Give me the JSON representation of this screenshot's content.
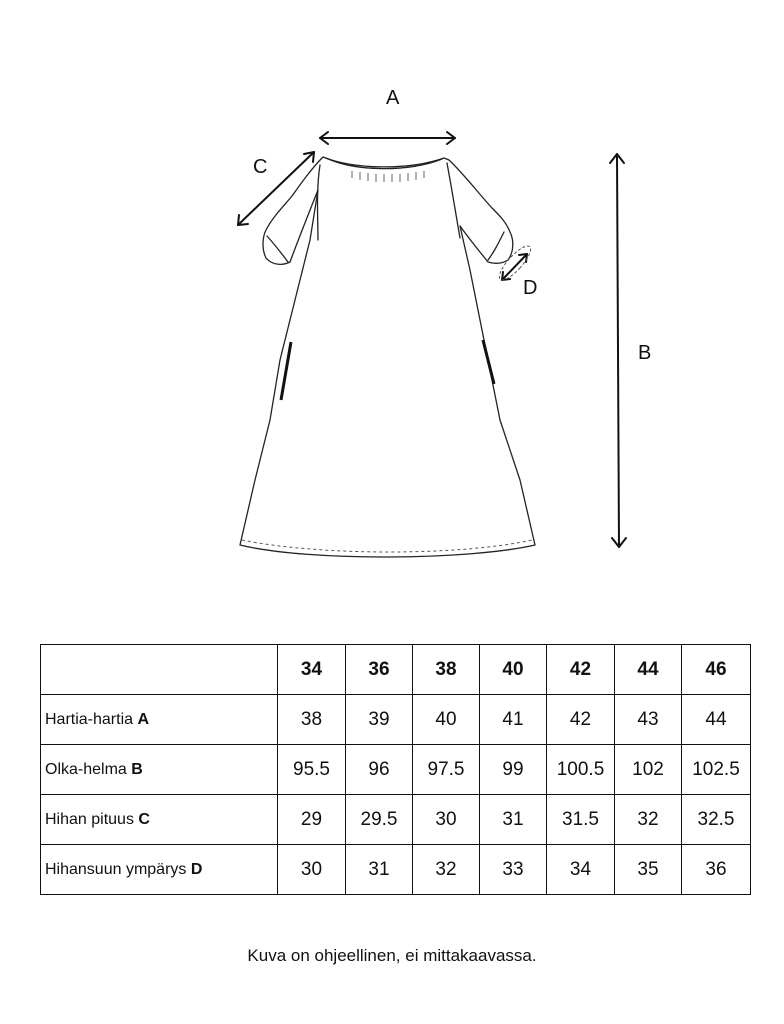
{
  "diagram": {
    "labels": {
      "a": "A",
      "b": "B",
      "c": "C",
      "d": "D"
    }
  },
  "table": {
    "corner": "",
    "sizes": [
      "34",
      "36",
      "38",
      "40",
      "42",
      "44",
      "46"
    ],
    "rows": [
      {
        "label": "Hartia-hartia",
        "letter": "A",
        "values": [
          "38",
          "39",
          "40",
          "41",
          "42",
          "43",
          "44"
        ]
      },
      {
        "label": "Olka-helma",
        "letter": "B",
        "values": [
          "95.5",
          "96",
          "97.5",
          "99",
          "100.5",
          "102",
          "102.5"
        ]
      },
      {
        "label": "Hihan pituus",
        "letter": "C",
        "values": [
          "29",
          "29.5",
          "30",
          "31",
          "31.5",
          "32",
          "32.5"
        ]
      },
      {
        "label": "Hihansuun ympärys",
        "letter": "D",
        "values": [
          "30",
          "31",
          "32",
          "33",
          "34",
          "35",
          "36"
        ]
      }
    ]
  },
  "caption": "Kuva on ohjeellinen, ei mittakaavassa."
}
